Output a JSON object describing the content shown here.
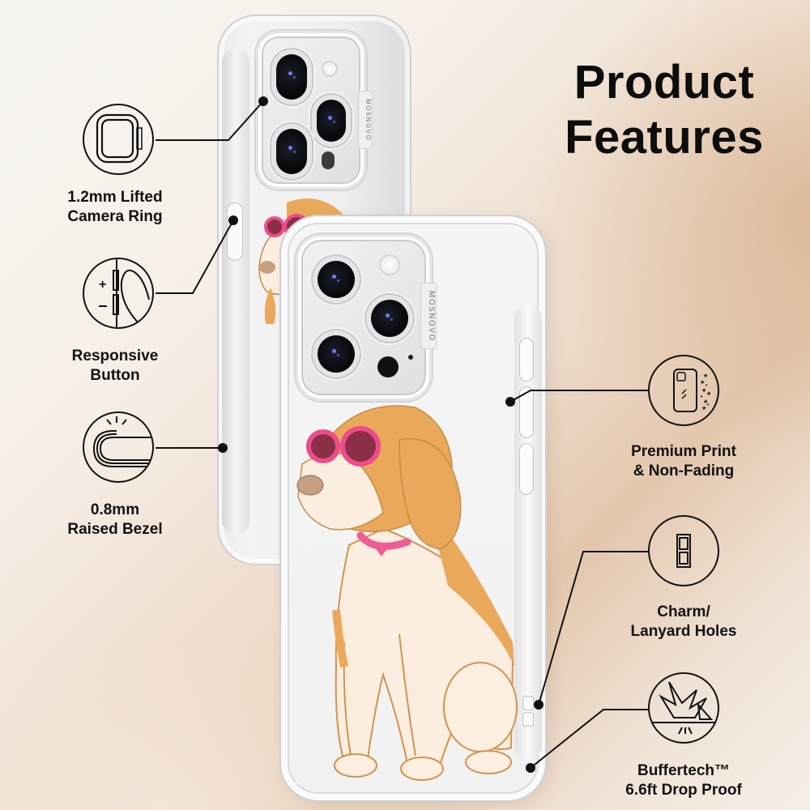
{
  "header": {
    "title_line1": "Product",
    "title_line2": "Features"
  },
  "product": {
    "brand": "MOSNOVO",
    "illustration": "beagle-with-pink-sunglasses",
    "colors": {
      "dog_orange": "#eaa85a",
      "dog_cream": "#fbeee0",
      "sunglasses_frame": "#ec4c8c",
      "sunglasses_lens": "#8a2f45",
      "collar": "#ef5c93",
      "text": "#111111"
    }
  },
  "features": [
    {
      "id": "camera-ring",
      "icon": "camera-ring-icon",
      "line1": "1.2mm Lifted",
      "line2": "Camera Ring"
    },
    {
      "id": "button",
      "icon": "volume-button-icon",
      "line1": "Responsive",
      "line2": "Button"
    },
    {
      "id": "bezel",
      "icon": "raised-bezel-icon",
      "line1": "0.8mm",
      "line2": "Raised Bezel"
    },
    {
      "id": "print",
      "icon": "phone-sparkle-icon",
      "line1": "Premium Print",
      "line2": "& Non-Fading"
    },
    {
      "id": "lanyard",
      "icon": "lanyard-holes-icon",
      "line1": "Charm/",
      "line2": "Lanyard Holes"
    },
    {
      "id": "drop",
      "icon": "impact-burst-icon",
      "line1": "Buffertech™",
      "line2": "6.6ft Drop Proof"
    }
  ]
}
